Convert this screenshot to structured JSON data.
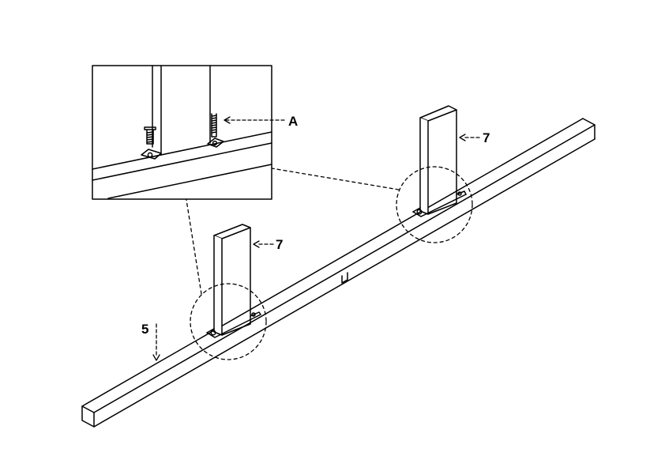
{
  "diagram": {
    "callouts": {
      "beam": "5",
      "post_right": "7",
      "post_left": "7",
      "screw": "A"
    }
  },
  "colors": {
    "line": "#000000",
    "background": "#ffffff"
  }
}
